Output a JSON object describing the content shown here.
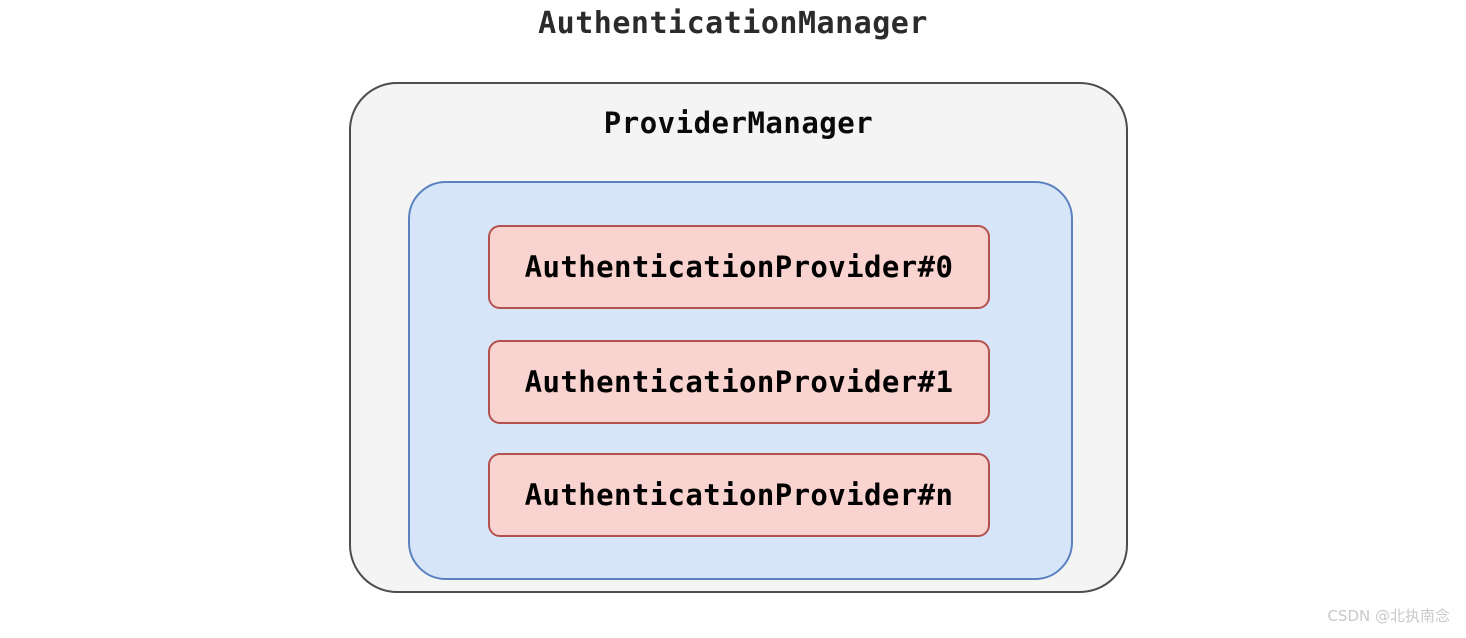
{
  "diagram": {
    "type": "nested-containers",
    "title": "AuthenticationManager",
    "background_color": "#ffffff",
    "outer_container": {
      "label": "ProviderManager",
      "fill_color": "#f4f4f4",
      "border_color": "#4d4d4d"
    },
    "inner_container": {
      "fill_color": "#d7e5f8",
      "border_color": "#5b82c0"
    },
    "providers": [
      {
        "label": "AuthenticationProvider#0"
      },
      {
        "label": "AuthenticationProvider#1"
      },
      {
        "label": "AuthenticationProvider#n"
      }
    ],
    "provider_style": {
      "fill_color": "#f9d3cf",
      "border_color": "#b4514e",
      "text_color": "#000000"
    }
  },
  "watermark": {
    "text": "CSDN @北执南念",
    "color": "#c9c9c9"
  }
}
